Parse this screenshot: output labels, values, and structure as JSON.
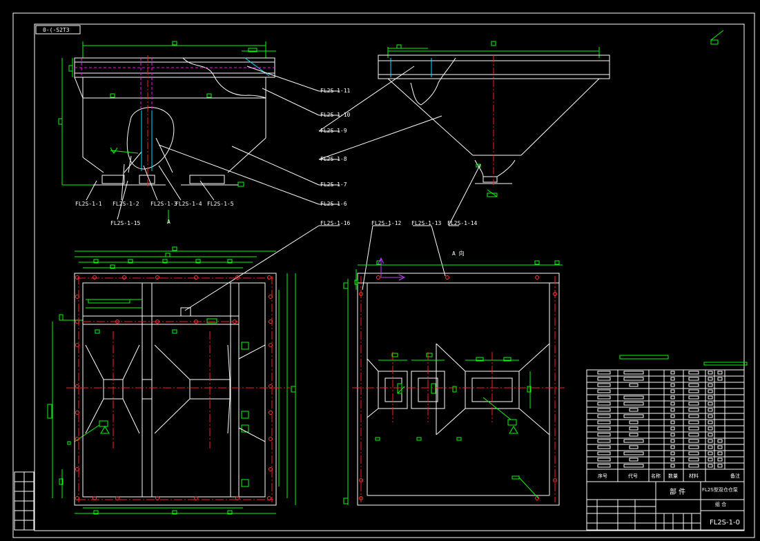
{
  "drawing": {
    "corner_code": "0-(-S2T3",
    "view_marker": "A",
    "view_title": "A 向",
    "callouts_top": [
      "FL2S-1-11",
      "FL2S-1-10",
      "FL2S-1-9",
      "FL2S-1-8",
      "FL2S-1-7",
      "FL2S-1-6",
      "FL2S-1-16"
    ],
    "callouts_bottom": [
      "FL2S-1-1",
      "FL2S-1-2",
      "FL2S-1-3",
      "FL2S-1-4",
      "FL2S-1-5",
      "FL2S-1-15"
    ],
    "callouts_mid": [
      "FL2S-1-12",
      "FL2S-1-13",
      "FL2S-1-14"
    ]
  },
  "title_block": {
    "header_cols": [
      "序号",
      "代号",
      "名称",
      "数量",
      "材料",
      "备注"
    ],
    "part_name": "部 件",
    "product_name": "FL2S型双仓仓泵",
    "sub_label": "组 合",
    "drawing_number": "FL2S-1-0"
  },
  "colors": {
    "frame": "#ffffff",
    "dimension": "#00ff00",
    "center_line": "#ff2020",
    "hidden": "#ff00ff",
    "leader": "#ffffff",
    "accent": "#00e0ff"
  }
}
